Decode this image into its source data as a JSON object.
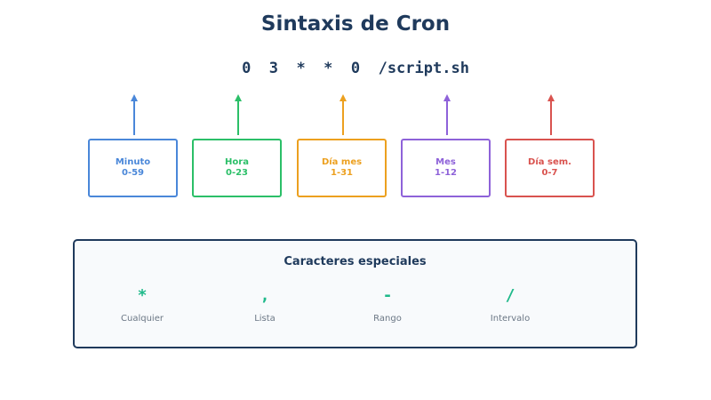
{
  "title": "Sintaxis de Cron",
  "expression": "0  3  *  *  0  /script.sh",
  "fields": [
    {
      "label": "Minuto",
      "range": "0-59",
      "color": "#4a87d9"
    },
    {
      "label": "Hora",
      "range": "0-23",
      "color": "#2bbf68"
    },
    {
      "label": "Día mes",
      "range": "1-31",
      "color": "#eca01f"
    },
    {
      "label": "Mes",
      "range": "1-12",
      "color": "#8e62d9"
    },
    {
      "label": "Día sem.",
      "range": "0-7",
      "color": "#d9534f"
    }
  ],
  "special": {
    "title": "Caracteres especiales",
    "accent_color": "#1fb98a",
    "items": [
      {
        "symbol": "*",
        "label": "Cualquier"
      },
      {
        "symbol": ",",
        "label": "Lista"
      },
      {
        "symbol": "-",
        "label": "Rango"
      },
      {
        "symbol": "/",
        "label": "Intervalo"
      }
    ]
  }
}
